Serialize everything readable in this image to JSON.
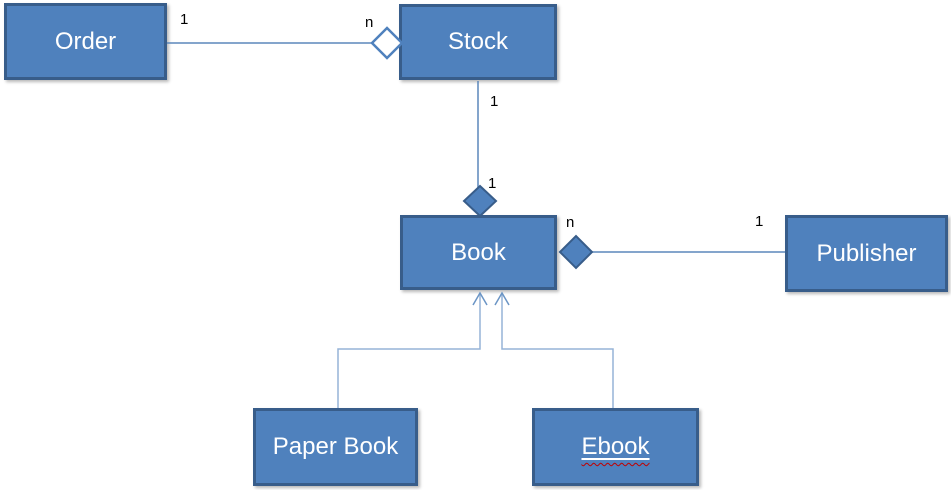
{
  "diagram": {
    "kind": "uml-class-diagram",
    "nodes": {
      "order": {
        "label": "Order"
      },
      "stock": {
        "label": "Stock"
      },
      "book": {
        "label": "Book"
      },
      "publisher": {
        "label": "Publisher"
      },
      "paper_book": {
        "label": "Paper Book"
      },
      "ebook": {
        "label": "Ebook",
        "underlined": true,
        "spellcheck_squiggle": true
      }
    },
    "relationships": {
      "order_stock": {
        "type": "aggregation",
        "diamond": "open",
        "diamond_at": "stock",
        "order_end": "1",
        "stock_end": "n"
      },
      "stock_book": {
        "type": "aggregation",
        "diamond": "filled",
        "diamond_at": "book",
        "stock_end": "1",
        "book_end": "1"
      },
      "book_publisher": {
        "type": "aggregation",
        "diamond": "filled",
        "diamond_at": "book",
        "book_end": "n",
        "publisher_end": "1"
      },
      "paper_book_book": {
        "type": "inheritance",
        "arrow_at": "book"
      },
      "ebook_book": {
        "type": "inheritance",
        "arrow_at": "book"
      }
    },
    "colors": {
      "node_fill": "#4f81bd",
      "node_border": "#385d8a",
      "node_text": "#ffffff",
      "connector_line": "#5b87bb",
      "inheritance_line": "#95b3d7",
      "inheritance_arrow": "#6b95c5",
      "multiplicity_text": "#000000",
      "spellcheck_squiggle": "#c00000",
      "background": "#ffffff"
    }
  }
}
